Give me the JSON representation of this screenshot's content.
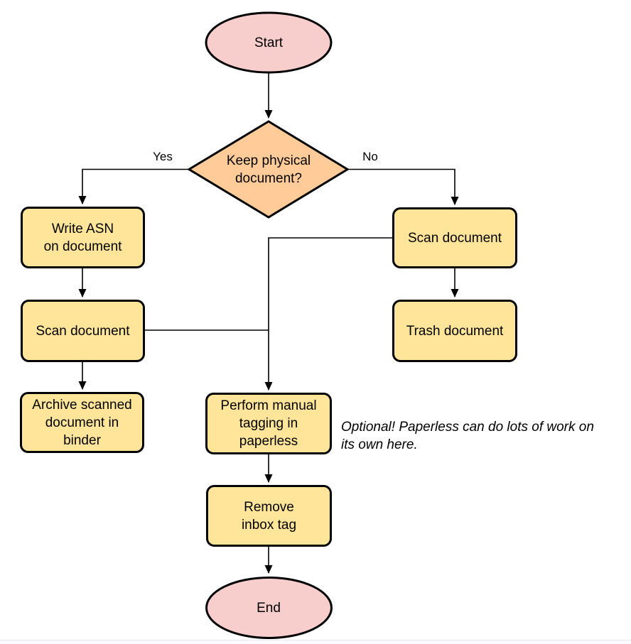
{
  "diagram": {
    "nodes": {
      "start": {
        "label": "Start",
        "shape": "terminator"
      },
      "decision": {
        "label": "Keep physical\ndocument?",
        "shape": "decision"
      },
      "write_asn": {
        "label": "Write ASN\non document",
        "shape": "process"
      },
      "scan_left": {
        "label": "Scan document",
        "shape": "process"
      },
      "archive": {
        "label": "Archive scanned\ndocument in\nbinder",
        "shape": "process"
      },
      "scan_right": {
        "label": "Scan document",
        "shape": "process"
      },
      "trash": {
        "label": "Trash document",
        "shape": "process"
      },
      "tagging": {
        "label": "Perform manual\ntagging in\npaperless",
        "shape": "process"
      },
      "remove_inbox": {
        "label": "Remove\ninbox tag",
        "shape": "process"
      },
      "end": {
        "label": "End",
        "shape": "terminator"
      }
    },
    "edge_labels": {
      "yes": "Yes",
      "no": "No"
    },
    "note": "Optional! Paperless can do lots of work on\nits own here.",
    "colors": {
      "terminator_fill": "#F8CECC",
      "decision_fill": "#FFCC99",
      "process_fill": "#FFE599",
      "stroke": "#000000"
    }
  }
}
